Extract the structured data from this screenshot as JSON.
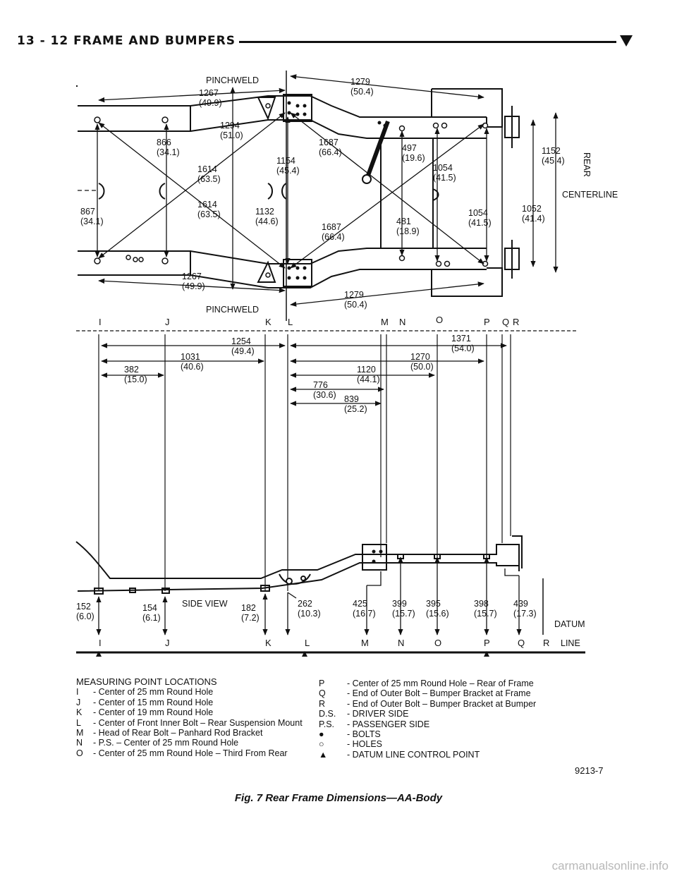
{
  "header": {
    "title": "13 - 12     FRAME AND BUMPERS"
  },
  "labels": {
    "pinchweld_top": "PINCHWELD",
    "pinchweld_bottom": "PINCHWELD",
    "rear": "REAR",
    "centerline": "CENTERLINE",
    "side_view": "SIDE VIEW",
    "datum": "DATUM",
    "line": "LINE"
  },
  "top_view_dims": {
    "d1279a": [
      "1279",
      "(50.4)"
    ],
    "d1267a": [
      "1267",
      "(49.9)"
    ],
    "d1294": [
      "1294",
      "(51.0)"
    ],
    "d866": [
      "866",
      "(34.1)"
    ],
    "d1687a": [
      "1687",
      "(66.4)"
    ],
    "d497": [
      "497",
      "(19.6)"
    ],
    "d1154": [
      "1154",
      "(45.4)"
    ],
    "d1614a": [
      "1614",
      "(63.5)"
    ],
    "d1054a": [
      "1054",
      "(41.5)"
    ],
    "d1152": [
      "1152",
      "(45.4)"
    ],
    "d867": [
      "867",
      "(34.1)"
    ],
    "d1614b": [
      "1614",
      "(63.5)"
    ],
    "d1132": [
      "1132",
      "(44.6)"
    ],
    "d1687b": [
      "1687",
      "(66.4)"
    ],
    "d481": [
      "481",
      "(18.9)"
    ],
    "d1054b": [
      "1054",
      "(41.5)"
    ],
    "d1052": [
      "1052",
      "(41.4)"
    ],
    "d1267b": [
      "1267",
      "(49.9)"
    ],
    "d1279b": [
      "1279",
      "(50.4)"
    ]
  },
  "point_letters": [
    "I",
    "J",
    "K",
    "L",
    "M",
    "N",
    "O",
    "P",
    "Q",
    "R"
  ],
  "horizontal_dims": {
    "d1254": [
      "1254",
      "(49.4)"
    ],
    "d1371": [
      "1371",
      "(54.0)"
    ],
    "d1031": [
      "1031",
      "(40.6)"
    ],
    "d1270": [
      "1270",
      "(50.0)"
    ],
    "d382": [
      "382",
      "(15.0)"
    ],
    "d1120": [
      "1120",
      "(44.1)"
    ],
    "d776": [
      "776",
      "(30.6)"
    ],
    "d839": [
      "839",
      "(25.2)"
    ]
  },
  "side_view_dims": {
    "d152": [
      "152",
      "(6.0)"
    ],
    "d154": [
      "154",
      "(6.1)"
    ],
    "d182": [
      "182",
      "(7.2)"
    ],
    "d262": [
      "262",
      "(10.3)"
    ],
    "d425": [
      "425",
      "(16.7)"
    ],
    "d399": [
      "399",
      "(15.7)"
    ],
    "d395": [
      "395",
      "(15.6)"
    ],
    "d398": [
      "398",
      "(15.7)"
    ],
    "d439": [
      "439",
      "(17.3)"
    ]
  },
  "legend": {
    "heading": "MEASURING POINT LOCATIONS",
    "left": [
      {
        "code": "I",
        "text": "Center of 25 mm Round Hole"
      },
      {
        "code": "J",
        "text": "Center of 15 mm Round Hole"
      },
      {
        "code": "K",
        "text": "Center of 19 mm Round Hole"
      },
      {
        "code": "L",
        "text": "Center of Front Inner Bolt – Rear Suspension Mount"
      },
      {
        "code": "M",
        "text": "Head of Rear Bolt – Panhard Rod Bracket"
      },
      {
        "code": "N",
        "text": "P.S. – Center of 25 mm Round Hole"
      },
      {
        "code": "O",
        "text": "Center of 25 mm Round Hole – Third From Rear"
      }
    ],
    "right": [
      {
        "code": "P",
        "text": "Center of 25 mm Round Hole – Rear of Frame"
      },
      {
        "code": "Q",
        "text": "End of Outer Bolt – Bumper Bracket at Frame"
      },
      {
        "code": "R",
        "text": "End of Outer Bolt – Bumper Bracket at Bumper"
      },
      {
        "code": "D.S.",
        "text": "DRIVER SIDE"
      },
      {
        "code": "P.S.",
        "text": "PASSENGER SIDE"
      },
      {
        "code": "●",
        "text": "BOLTS"
      },
      {
        "code": "○",
        "text": "HOLES"
      },
      {
        "code": "▲",
        "text": "DATUM LINE CONTROL POINT"
      }
    ]
  },
  "figure_number": "9213-7",
  "caption": "Fig. 7 Rear Frame Dimensions—AA-Body",
  "watermark": "carmanualsonline.info"
}
